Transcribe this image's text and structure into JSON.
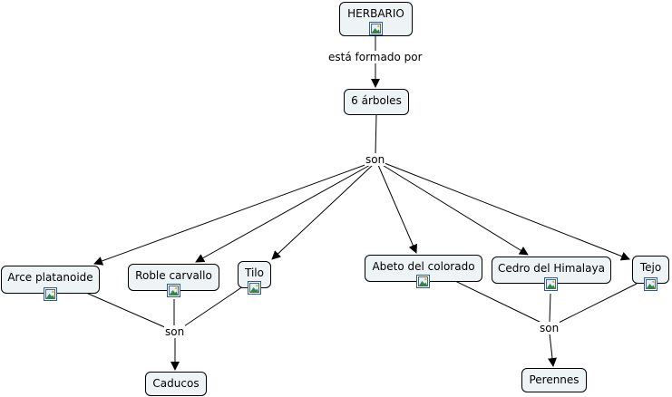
{
  "concepts": {
    "herbario": "HERBARIO",
    "seis_arboles": "6 árboles",
    "arce": "Arce platanoide",
    "roble": "Roble carvallo",
    "tilo": "Tilo",
    "abeto": "Abeto del colorado",
    "cedro": "Cedro del Himalaya",
    "tejo": "Tejo",
    "caducos": "Caducos",
    "perennes": "Perennes"
  },
  "links": {
    "esta_formado_por": "está formado por",
    "son_main": "son",
    "son_caducos": "son",
    "son_perennes": "son"
  },
  "resource_icon": "image-resource-icon",
  "colors": {
    "node_fill": "#eef3f6",
    "node_border": "#000000",
    "line": "#000000",
    "icon_frame": "#1f5fa8"
  }
}
